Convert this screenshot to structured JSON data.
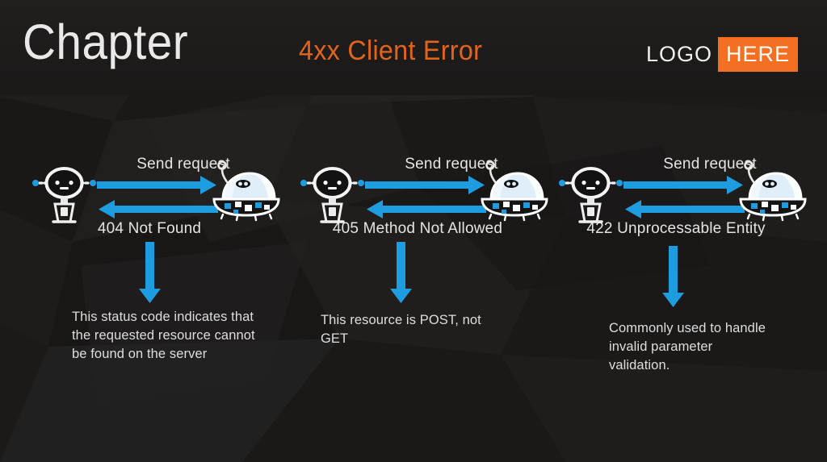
{
  "header": {
    "chapter_label": "Chapter",
    "slide_title": "4xx Client Error",
    "logo_word": "LOGO",
    "logo_box": "HERE",
    "accent_orange": "#e2641c",
    "logo_box_color": "#f36f21"
  },
  "theme": {
    "arrow_blue": "#1e9ce0",
    "text_color": "#e4e4e4",
    "background": "#1c1b1a"
  },
  "groups": [
    {
      "request_label": "Send request",
      "response_label": "404 Not Found",
      "note": "This status code indicates that the requested resource cannot be found on the server",
      "client_name": "client-robot",
      "server_name": "server-ufo"
    },
    {
      "request_label": "Send request",
      "response_label": "405 Method Not Allowed",
      "note": "This resource is POST, not GET",
      "client_name": "client-robot",
      "server_name": "server-ufo"
    },
    {
      "request_label": "Send request",
      "response_label": "422 Unprocessable Entity",
      "note": "Commonly used to handle invalid parameter validation.",
      "client_name": "client-robot",
      "server_name": "server-ufo"
    }
  ]
}
